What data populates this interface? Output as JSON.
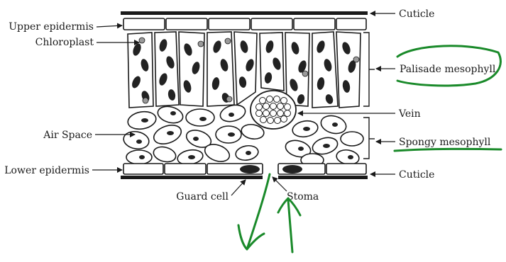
{
  "labels": {
    "cuticle_top": "Cuticle",
    "upper_epidermis": "Upper epidermis",
    "chloroplast": "Chloroplast",
    "palisade": "Palisade mesophyll",
    "vein": "Vein",
    "air_space": "Air Space",
    "spongy": "Spongy mesophyll",
    "lower_epidermis": "Lower epidermis",
    "cuticle_bottom": "Cuticle",
    "guard_cell": "Guard cell",
    "stoma": "Stoma"
  },
  "colors": {
    "ink": "#1a1a1a",
    "annotation": "#1a8a2a",
    "chloroplast_fill": "#222222",
    "organelle_gray": "#9a9a9a"
  }
}
